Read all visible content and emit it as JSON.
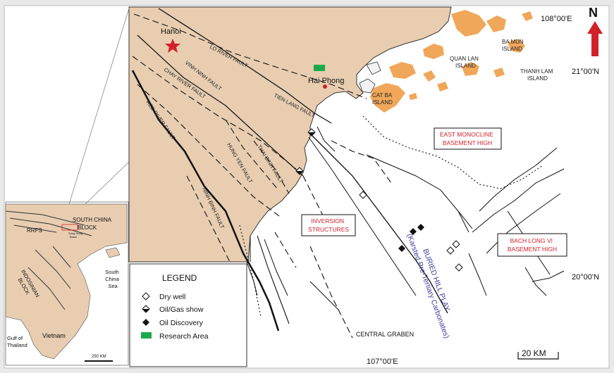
{
  "map": {
    "cities": {
      "hanoi": "Hanoi",
      "hai_phong": "Hai Phong"
    },
    "islands": {
      "ba_mun": "BA MUN\nISLAND",
      "quan_lan": "QUAN LAN\nISLAND",
      "thanh_lam": "THANH LAM\nISLAND",
      "cat_ba": "CAT BA\nISLAND"
    },
    "coordinates": {
      "lon_top": "108°00'E",
      "lon_bottom": "107°00'E",
      "lat_top": "21°00'N",
      "lat_mid": "20°00'N"
    },
    "north_arrow": "N",
    "scale_bar": "20 KM",
    "faults": {
      "lo_river": "LO RIVER FAULT",
      "vinh_ninh": "VINH NINH FAULT",
      "chay_river": "CHAY RIVER FAULT",
      "red_river": "RED RIVER FAULT",
      "hung_yen": "HUNG YEN FAULT",
      "thai_binh": "THAI BINH FAULT",
      "ninh_binh": "NINH BINH FAULT",
      "tien_lang": "TIEN LANG FAULT"
    },
    "boxed_labels": {
      "east_monocline": "EAST MONOCLINE\nBASEMENT HIGH",
      "inversion": "INVERSION\nSTRUCTURES",
      "bach_long_vi": "BACH LONG VI\nBASEMENT HIGH"
    },
    "buried_hill": "BURIED HILL PLAY\n(Karsted Pre-Tertiary Carbonates)",
    "central_graben": "CENTRAL GRABEN",
    "colors": {
      "land": "#e8cdb0",
      "island": "#f0a75a",
      "red": "#d1202a",
      "green": "#1aaa4c",
      "blue": "#3b3f9c"
    }
  },
  "inset": {
    "south_china_block": "SOUTH CHINA\nBLOCK",
    "rrfs": "RRFS",
    "indosinian_block": "INDOSINIAN\nBLOCK",
    "south_china_sea": "South\nChina\nSea",
    "vietnam": "Vietnam",
    "gulf_of_thailand": "Gulf of\nThailand",
    "scale": "250 KM",
    "basin": "Song Hong\nBasin"
  },
  "legend": {
    "title": "LEGEND",
    "items": [
      {
        "icon": "dry-well-diamond-icon",
        "label": "Dry well"
      },
      {
        "icon": "oil-gas-show-icon",
        "label": "Oil/Gas show"
      },
      {
        "icon": "oil-discovery-icon",
        "label": "Oil Discovery"
      },
      {
        "icon": "research-area-icon",
        "label": "Research Area"
      }
    ]
  }
}
